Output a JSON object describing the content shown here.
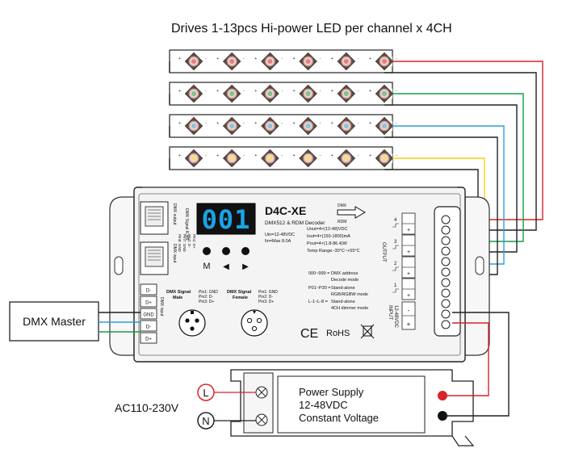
{
  "title": "Drives 1-13pcs Hi-power LED per channel x 4CH",
  "colors": {
    "red": "#d8232a",
    "green": "#1a9b4a",
    "blue": "#2a9fd8",
    "yellow": "#f2d21b",
    "display_digits": "#1aa3e6",
    "wire": "#222222",
    "device_body": "#f4f4f4"
  },
  "led_rows": [
    {
      "channel": "red",
      "count": 6
    },
    {
      "channel": "green",
      "count": 6
    },
    {
      "channel": "blue",
      "count": 6
    },
    {
      "channel": "yellow",
      "count": 6
    }
  ],
  "device": {
    "model": "D4C-XE",
    "subtitle": "DMX512 & RDM Decoder",
    "display": "001",
    "buttons": [
      {
        "icon": "m-button",
        "label": "M"
      },
      {
        "icon": "left-arrow-button",
        "label": "◀"
      },
      {
        "icon": "right-arrow-button",
        "label": "▶"
      }
    ],
    "dmx_out_label": "DMX output",
    "dmx_in_label": "DMX input",
    "dmx_signal_rj45": "DMX Signal RJ45",
    "rj45_pins": [
      "Pin1: D+",
      "Pin2: D-",
      "Pin7: GND",
      "Pin8: GND"
    ],
    "spec_left": [
      "Uin=12-48VDC",
      "Iin=Max 8.0A"
    ],
    "spec_right": [
      "Uout=4×(12-48)VDC",
      "Iout=4×(150-1800)mA",
      "Pout=4×(1.8-86.4)W",
      "Temp Range:-30°C~+55°C"
    ],
    "modes": [
      {
        "code": "000~999 =",
        "desc": [
          "DMX address",
          "Decode mode"
        ]
      },
      {
        "code": "P01~P30 =",
        "desc": [
          "Stand-alone",
          "RGB/RGBW mode"
        ]
      },
      {
        "code": "L-1~L-8 =",
        "desc": [
          "Stand-alone",
          "4CH dimmer mode"
        ]
      }
    ],
    "dmx_male": {
      "label": [
        "DMX Signal",
        "Male"
      ],
      "pins": [
        "Pin1: GND",
        "Pin2: D-",
        "Pin3: D+"
      ]
    },
    "dmx_female": {
      "label": [
        "DMX Signal",
        "Female"
      ],
      "pins": [
        "Pin1: GND",
        "Pin2: D-",
        "Pin3: D+"
      ]
    },
    "dmx_terminals": [
      "D-",
      "D+",
      "GND",
      "D-",
      "D+"
    ],
    "dmx_terminal_label": "DMX input",
    "dmx_arrow_label": [
      "DMX",
      "RDM"
    ],
    "output_label": "OUTPUT",
    "output_channels": [
      "4",
      "3",
      "2",
      "1"
    ],
    "input_label": [
      "INPUT",
      "12-48VDC"
    ],
    "cert": [
      "CE",
      "RoHS"
    ]
  },
  "dmx_master": "DMX Master",
  "ac_label": "AC110-230V",
  "ac_terminals": [
    "L",
    "N"
  ],
  "power_supply": [
    "Power Supply",
    "12-48VDC",
    "Constant Voltage"
  ]
}
